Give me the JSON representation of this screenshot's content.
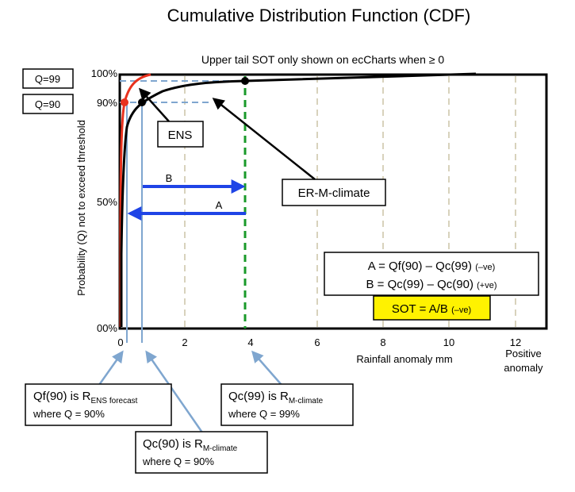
{
  "title": "Cumulative Distribution Function (CDF)",
  "upper_note": "Upper tail SOT only shown on ecCharts when ≥ 0",
  "y_axis": {
    "label": "Probability (Q) not to exceed threshold",
    "ticks": [
      "100%",
      "90%",
      "50%",
      "00%"
    ]
  },
  "x_axis": {
    "label": "Rainfall anomaly mm",
    "ticks": [
      "0",
      "2",
      "4",
      "6",
      "8",
      "10",
      "12"
    ],
    "end_label_line1": "Positive",
    "end_label_line2": "anomaly"
  },
  "q_boxes": {
    "q99": "Q=99",
    "q90": "Q=90"
  },
  "curve_labels": {
    "ens": "ENS",
    "er": "ER-M-climate"
  },
  "arrows": {
    "a": "A",
    "b": "B"
  },
  "formula": {
    "a_main": "A = Qf(90) – Qc(99)",
    "a_sign": "(–ve)",
    "b_main": "B = Qc(99) – Qc(90)",
    "b_sign": "(+ve)",
    "sot_main": "SOT = A/B",
    "sot_sign": "(–ve)"
  },
  "callouts": {
    "qf90": {
      "line1_a": "Qf(90) is R",
      "line1_sub": "ENS  forecast",
      "line2": "where Q = 90%"
    },
    "qc90": {
      "line1_a": "Qc(90) is R",
      "line1_sub": "M-climate",
      "line2": "where Q = 90%"
    },
    "qc99": {
      "line1_a": "Qc(99) is R",
      "line1_sub": "M-climate",
      "line2": "where Q = 99%"
    }
  },
  "colors": {
    "ens_curve": "#e8321e",
    "climate_curve": "#000000",
    "arrow_blue": "#1f44e6",
    "vline_green": "#1a9a2a",
    "guide_blue": "#7fa6cf",
    "grid_tan": "#d8d2bc",
    "sot_fill": "#fff200"
  }
}
